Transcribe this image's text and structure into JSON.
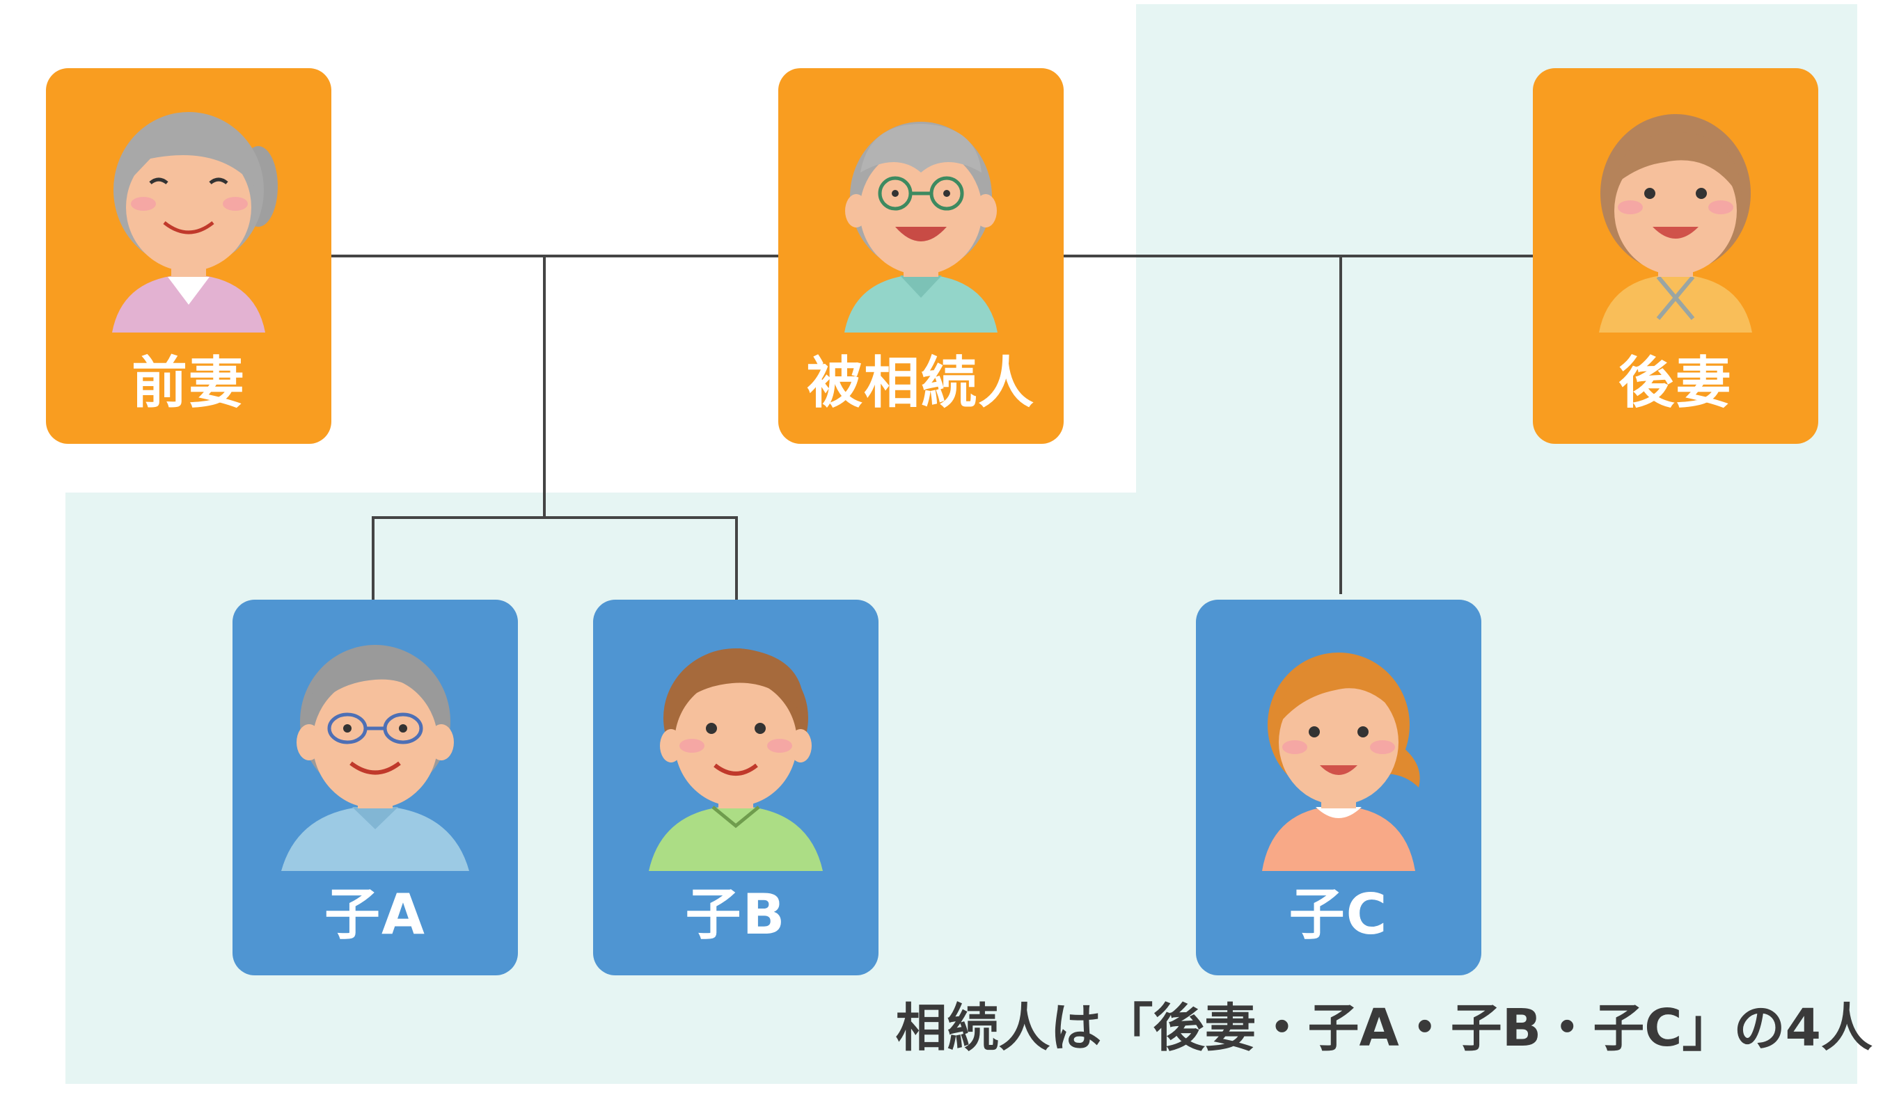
{
  "people": {
    "former_wife": {
      "label": "前妻"
    },
    "decedent": {
      "label": "被相続人"
    },
    "current_wife": {
      "label": "後妻"
    },
    "child_a": {
      "label": "子A"
    },
    "child_b": {
      "label": "子B"
    },
    "child_c": {
      "label": "子C"
    }
  },
  "caption": "相続人は「後妻・子A・子B・子C」の4人",
  "colors": {
    "parent_card": "#f99d20",
    "child_card": "#4f95d2",
    "heir_zone": "#e6f5f3",
    "line": "#444444"
  }
}
